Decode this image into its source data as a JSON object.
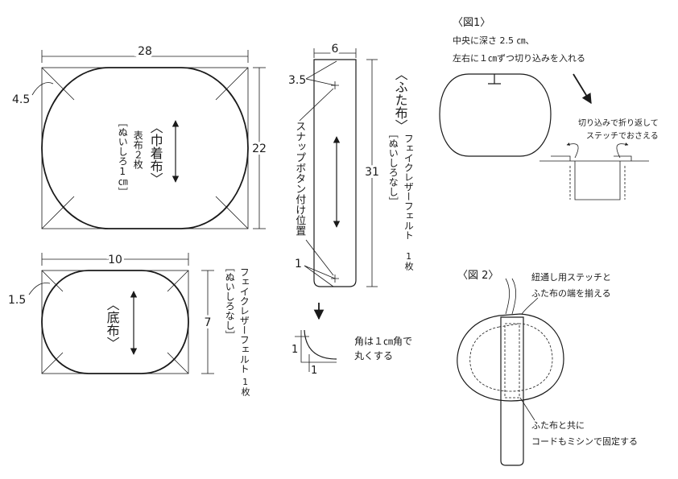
{
  "diagram": {
    "kinchaku": {
      "width": "28",
      "height": "22",
      "corner": "4.5",
      "title": "〈巾着布〉",
      "count": "表布２枚",
      "seam": "［ぬいしろ1㎝］"
    },
    "base": {
      "width": "10",
      "height": "7",
      "corner": "1.5",
      "title": "〈底布〉",
      "material": "フェイクレザーフェルト",
      "seam": "［ぬいしろなし］",
      "count": "1枚"
    },
    "lid": {
      "width": "6",
      "height": "31",
      "top_offset": "3.5",
      "bottom_offset": "1",
      "snap_label": "スナップボタン付け位置",
      "title": "〈ふた布〉",
      "material": "フェイクレザーフェルト",
      "seam": "［ぬいしろなし］",
      "count": "1枚"
    },
    "corner_detail": {
      "dim_a": "1",
      "dim_b": "1",
      "note_line1": "角は１㎝角で",
      "note_line2": "丸くする"
    },
    "fig1": {
      "title": "〈図1〉",
      "line1": "中央に深さ 2.5 ㎝、",
      "line2": "左右に１㎝ずつ切り込みを入れる",
      "fold_note1": "切り込みで折り返して",
      "fold_note2": "ステッチでおさえる"
    },
    "fig2": {
      "title": "〈図 2〉",
      "note1_line1": "紐通し用ステッチと",
      "note1_line2": "ふた布の端を揃える",
      "note2_line1": "ふた布と共に",
      "note2_line2": "コードもミシンで固定する"
    }
  }
}
